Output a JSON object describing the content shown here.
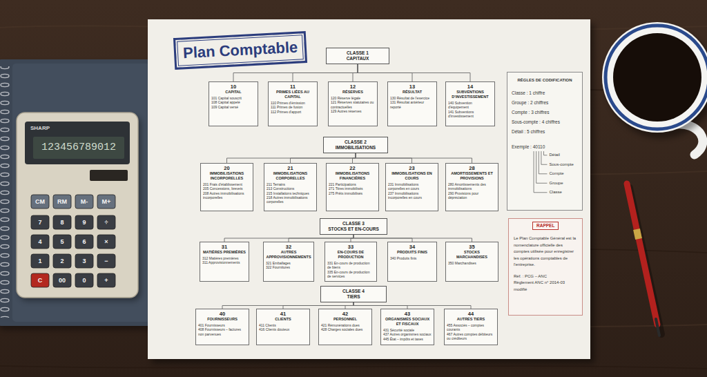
{
  "diagram": {
    "nodes": [
      {
        "text": [
          "Plan Comptable"
        ]
      },
      {
        "text": [
          "CLASSE 1",
          "CAPITAUX"
        ]
      },
      {
        "text": [
          "10",
          "CAPITAL",
          "101 Capital souscrit",
          "108 Capital appelé",
          "109 Capital versé"
        ]
      },
      {
        "text": [
          "11",
          "PRIMES LIÉES AU CAPITAL",
          "110 Primes d'émission",
          "111 Primes de fusion",
          "112 Primes d'apport"
        ]
      },
      {
        "text": [
          "12",
          "RÉSERVES",
          "120 Réserve légale",
          "121 Réserves statutaires ou contractuelles",
          "129 Autres réserves"
        ]
      },
      {
        "text": [
          "13",
          "RÉSULTAT",
          "130 Résultat de l'exercice",
          "131 Résultat antérieur reporté"
        ]
      },
      {
        "text": [
          "14",
          "SUBVENTIONS D'INVESTISSEMENT",
          "140 Subvention d'équipement",
          "141 Subventions d'investissement"
        ]
      },
      {
        "text": [
          "CLASSE 2",
          "IMMOBILISATIONS"
        ]
      },
      {
        "text": [
          "20",
          "IMMOBILISATIONS INCORPORELLES",
          "201 Frais d'établissement",
          "205 Concessions, brevets",
          "208 Autres immobilisations incorporelles"
        ]
      },
      {
        "text": [
          "21",
          "IMMOBILISATIONS CORPORELLES",
          "211 Terrains",
          "213 Constructions",
          "215 Installations techniques",
          "218 Autres immobilisations corporelles"
        ]
      },
      {
        "text": [
          "22",
          "IMMOBILISATIONS FINANCIÈRES",
          "221 Participations",
          "271 Titres immobilisés",
          "275 Prêts immobilisés"
        ]
      },
      {
        "text": [
          "23",
          "IMMOBILISATIONS EN COURS",
          "231 Immobilisations corporelles en cours",
          "237 Immobilisations incorporelles en cours"
        ]
      },
      {
        "text": [
          "28",
          "AMORTISSEMENTS ET PROVISIONS",
          "280 Amortissements des immobilisations",
          "290 Provisions pour dépréciation"
        ]
      },
      {
        "text": [
          "CLASSE 3",
          "STOCKS ET EN-COURS"
        ]
      },
      {
        "text": [
          "31",
          "MATIÈRES PREMIÈRES",
          "312 Matières premières",
          "311 Approvisionnements"
        ]
      },
      {
        "text": [
          "32",
          "AUTRES APPROVISIONNEMENTS",
          "321 Emballages",
          "322 Fournitures"
        ]
      },
      {
        "text": [
          "33",
          "EN-COURS DE PRODUCTION",
          "331 En-cours de production de biens",
          "335 En-cours de production de services"
        ]
      },
      {
        "text": [
          "34",
          "PRODUITS FINIS",
          "340 Produits finis"
        ]
      },
      {
        "text": [
          "35",
          "STOCKS MARCHANDISES",
          "350 Marchandises"
        ]
      },
      {
        "text": [
          "CLASSE 4",
          "TIERS"
        ]
      },
      {
        "text": [
          "40",
          "FOURNISSEURS",
          "401 Fournisseurs",
          "408 Fournisseurs – factures non parvenues"
        ]
      },
      {
        "text": [
          "41",
          "CLIENTS",
          "411 Clients",
          "416 Clients douteux"
        ]
      },
      {
        "text": [
          "42",
          "PERSONNEL",
          "421 Rémunérations dues",
          "428 Charges sociales dues"
        ]
      },
      {
        "text": [
          "43",
          "ORGANISMES SOCIAUX ET FISCAUX",
          "431 Sécurité sociale",
          "437 Autres organismes sociaux",
          "445 État – impôts et taxes"
        ]
      },
      {
        "text": [
          "44",
          "AUTRES TIERS",
          "455 Associés – comptes courants",
          "467 Autres comptes débiteurs ou créditeurs"
        ]
      },
      {
        "text": [
          "RÈGLES DE CODIFICATION",
          "Classe : 1 chiffre",
          "Groupe : 2 chiffres",
          "Compte : 3 chiffres",
          "Sous-compte : 4 chiffres",
          "Détail : 5 chiffres",
          "Exemple : 40110",
          "Détail",
          "Sous-compte",
          "Compte",
          "Groupe",
          "Classe"
        ]
      },
      {
        "text": [
          "Le Plan Comptable Général est la nomenclature officielle des comptes utilisée pour enregistrer les opérations comptables de l'entreprise.",
          "Réf. : PCG – ANC",
          "Règlement ANC n° 2014-03 modifié"
        ]
      },
      {
        "text": [
          "RAPPEL"
        ],
        "in": 26
      }
    ],
    "edges": [
      {
        "from": 1,
        "to": 2,
        "arrow": "none"
      },
      {
        "from": 1,
        "to": 3,
        "arrow": "none"
      },
      {
        "from": 1,
        "to": 4,
        "arrow": "none"
      },
      {
        "from": 1,
        "to": 5,
        "arrow": "none"
      },
      {
        "from": 1,
        "to": 6,
        "arrow": "none"
      },
      {
        "from": 7,
        "to": 8,
        "arrow": "none"
      },
      {
        "from": 7,
        "to": 9,
        "arrow": "none"
      },
      {
        "from": 7,
        "to": 10,
        "arrow": "none"
      },
      {
        "from": 7,
        "to": 11,
        "arrow": "none"
      },
      {
        "from": 7,
        "to": 12,
        "arrow": "none"
      },
      {
        "from": 13,
        "to": 14,
        "arrow": "none"
      },
      {
        "from": 13,
        "to": 15,
        "arrow": "none"
      },
      {
        "from": 13,
        "to": 16,
        "arrow": "none"
      },
      {
        "from": 13,
        "to": 17,
        "arrow": "none"
      },
      {
        "from": 13,
        "to": 18,
        "arrow": "none"
      },
      {
        "from": 19,
        "to": 20,
        "arrow": "none"
      },
      {
        "from": 19,
        "to": 21,
        "arrow": "none"
      },
      {
        "from": 19,
        "to": 22,
        "arrow": "none"
      },
      {
        "from": 19,
        "to": 23,
        "arrow": "none"
      },
      {
        "from": 19,
        "to": 24,
        "arrow": "none"
      }
    ],
    "labels": [
      "SHARP",
      "123456789012",
      "CM",
      "RM",
      "M-",
      "M+",
      "7",
      "8",
      "9",
      "÷",
      "4",
      "5",
      "6",
      "×",
      "1",
      "2",
      "3",
      "−",
      "C",
      "00",
      "0",
      "+"
    ]
  }
}
